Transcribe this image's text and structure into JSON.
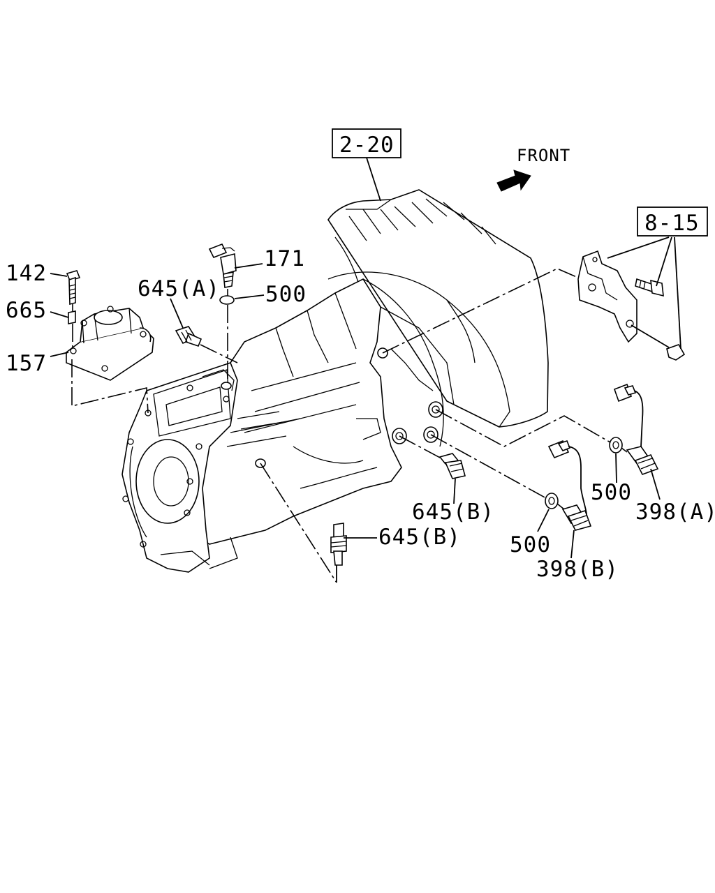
{
  "front_indicator": {
    "label": "FRONT"
  },
  "references": [
    {
      "id": "ref-2-20",
      "text": "2-20"
    },
    {
      "id": "ref-8-15",
      "text": "8-15"
    }
  ],
  "callouts": [
    {
      "id": "callout-142",
      "text": "142"
    },
    {
      "id": "callout-665",
      "text": "665"
    },
    {
      "id": "callout-157",
      "text": "157"
    },
    {
      "id": "callout-171",
      "text": "171"
    },
    {
      "id": "callout-500-top",
      "text": "500"
    },
    {
      "id": "callout-645a",
      "text": "645(A)"
    },
    {
      "id": "callout-645b-mid",
      "text": "645(B)"
    },
    {
      "id": "callout-645b-low",
      "text": "645(B)"
    },
    {
      "id": "callout-500-right",
      "text": "500"
    },
    {
      "id": "callout-398a",
      "text": "398(A)"
    },
    {
      "id": "callout-500-low",
      "text": "500"
    },
    {
      "id": "callout-398b",
      "text": "398(B)"
    }
  ]
}
